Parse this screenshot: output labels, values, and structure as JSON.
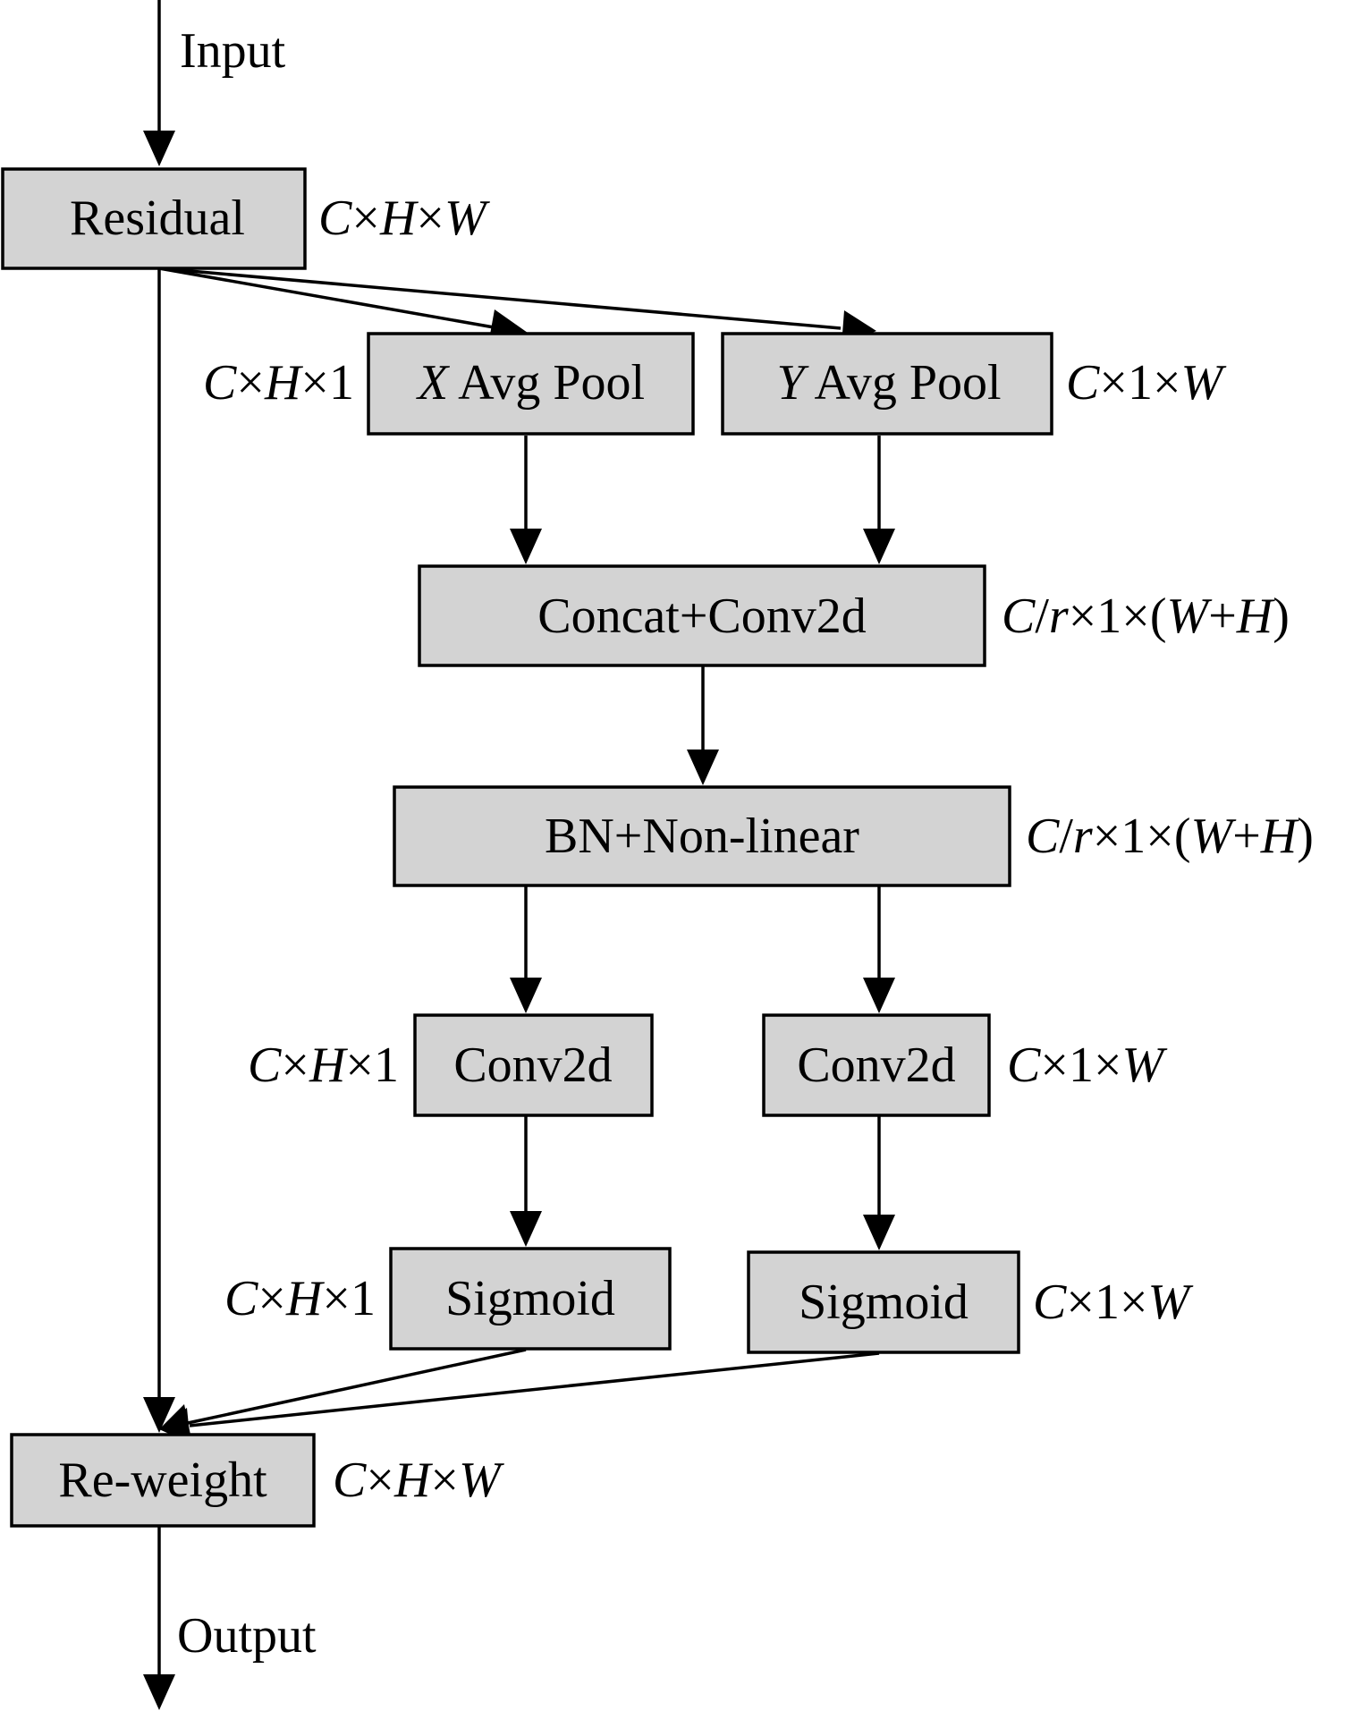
{
  "io": {
    "input": "Input",
    "output": "Output"
  },
  "blocks": {
    "residual": "Residual",
    "x_pool": {
      "var": "X",
      "text": " Avg Pool"
    },
    "y_pool": {
      "var": "Y",
      "text": " Avg Pool"
    },
    "concat_conv": "Concat+Conv2d",
    "bn": "BN+Non-linear",
    "conv_left": "Conv2d",
    "conv_right": "Conv2d",
    "sigmoid_left": "Sigmoid",
    "sigmoid_right": "Sigmoid",
    "reweight": "Re-weight"
  },
  "dims": {
    "residual": "C×H×W",
    "x_pool": "C×H×1",
    "y_pool": "C×1×W",
    "concat_conv": "C/r×1×(W+H)",
    "bn": "C/r×1×(W+H)",
    "conv_left": "C×H×1",
    "conv_right": "C×1×W",
    "sigmoid_left": "C×H×1",
    "sigmoid_right": "C×1×W",
    "reweight": "C×H×W"
  },
  "colors": {
    "box_fill": "#d3d3d3",
    "stroke": "#000000"
  }
}
